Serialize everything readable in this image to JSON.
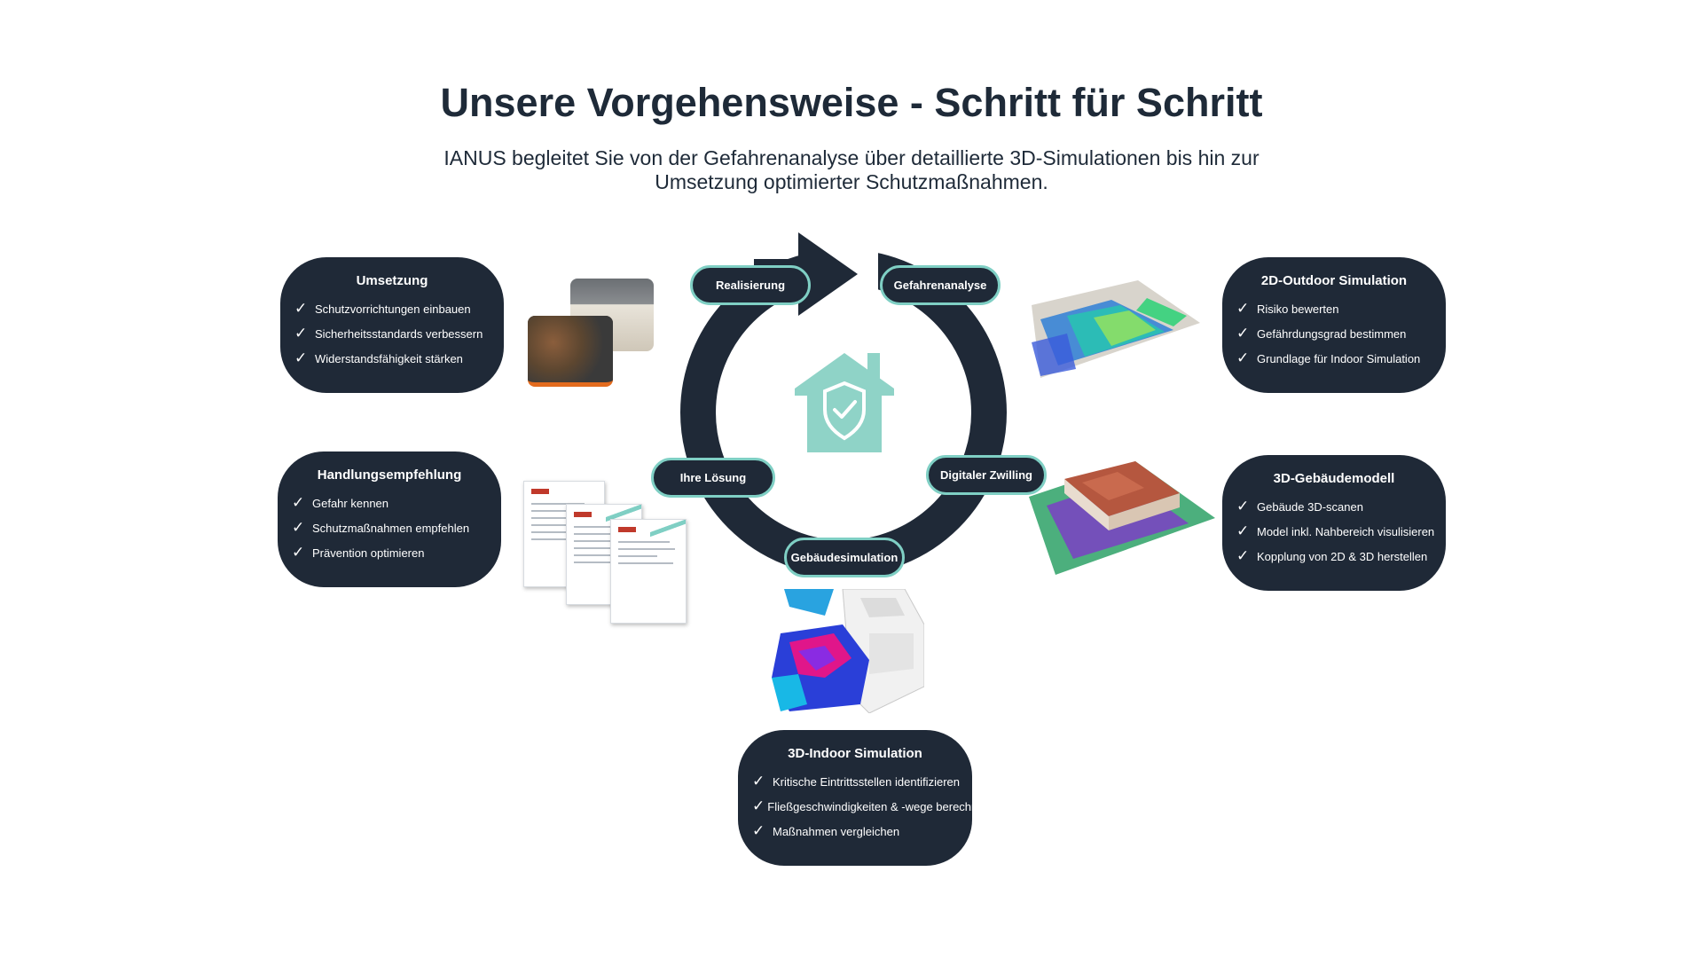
{
  "header": {
    "title": "Unsere Vorgehensweise - Schritt für Schritt",
    "subtitle": "IANUS begleitet Sie von der Gefahrenanalyse über detaillierte 3D-Simulationen bis hin zur Umsetzung optimierter Schutzmaßnahmen."
  },
  "colors": {
    "dark": "#1f2937",
    "accent": "#7fcfc4",
    "background": "#ffffff"
  },
  "center_icon": "house-shield-check-icon",
  "cycle": {
    "steps": [
      "Realisierung",
      "Gefahrenanalyse",
      "Digitaler Zwilling",
      "Gebäudesimulation",
      "Ihre Lösung"
    ]
  },
  "cards": {
    "umsetzung": {
      "title": "Umsetzung",
      "items": [
        "Schutzvorrichtungen einbauen",
        "Sicherheitsstandards verbessern",
        "Widerstandsfähigkeit stärken"
      ]
    },
    "handlung": {
      "title": "Handlungsempfehlung",
      "items": [
        "Gefahr kennen",
        "Schutzmaßnahmen empfehlen",
        "Prävention optimieren"
      ]
    },
    "outdoor": {
      "title": "2D-Outdoor Simulation",
      "items": [
        "Risiko bewerten",
        "Gefährdungsgrad bestimmen",
        "Grundlage für Indoor Simulation"
      ]
    },
    "gebaeude": {
      "title": "3D-Gebäudemodell",
      "items": [
        "Gebäude 3D-scanen",
        "Model inkl. Nahbereich visulisieren",
        "Kopplung von 2D & 3D herstellen"
      ]
    },
    "indoor": {
      "title": "3D-Indoor Simulation",
      "items": [
        "Kritische Eintrittsstellen identifizieren",
        "Fließgeschwindigkeiten & -wege berechnen",
        "Maßnahmen vergleichen"
      ]
    }
  },
  "check_glyph": "✓"
}
